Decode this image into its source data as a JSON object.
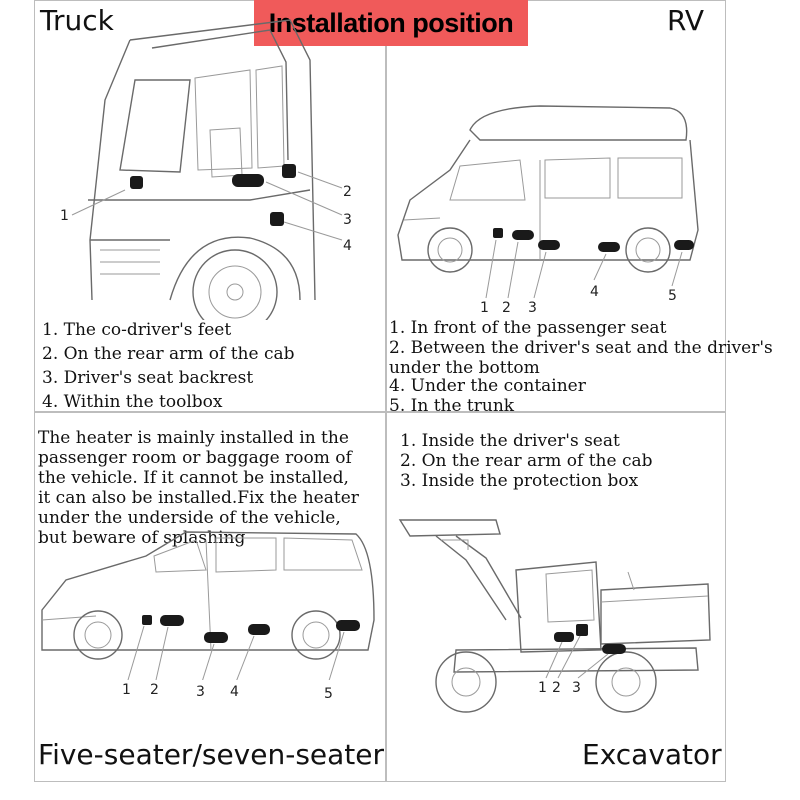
{
  "header": {
    "title": "Installation position"
  },
  "panels": {
    "truck": {
      "name": "Truck",
      "callouts": [
        "1",
        "2",
        "3",
        "4"
      ],
      "items": [
        "1. The co-driver's feet",
        "2. On the rear arm of the cab",
        "3. Driver's seat backrest",
        "4. Within the toolbox"
      ]
    },
    "rv": {
      "name": "RV",
      "callouts": [
        "1",
        "2",
        "3",
        "4",
        "5"
      ],
      "items": [
        "1. In front of the passenger seat",
        "2. Between the driver's seat and the driver's",
        "under the bottom",
        "4. Under the container",
        "5. In the trunk"
      ]
    },
    "van": {
      "name": "Five-seater/seven-seater",
      "description": [
        "The heater is mainly installed in the",
        "passenger room or baggage room of",
        "the vehicle. If it cannot be installed,",
        "it can also be installed.Fix the heater",
        "under the underside of the vehicle,",
        "but beware of splashing"
      ],
      "callouts": [
        "1",
        "2",
        "3",
        "4",
        "5"
      ]
    },
    "excavator": {
      "name": "Excavator",
      "items": [
        "1. Inside the driver's seat",
        "2. On the rear arm of the cab",
        "3. Inside the protection box"
      ],
      "callouts": [
        "1",
        "2",
        "3"
      ]
    }
  }
}
